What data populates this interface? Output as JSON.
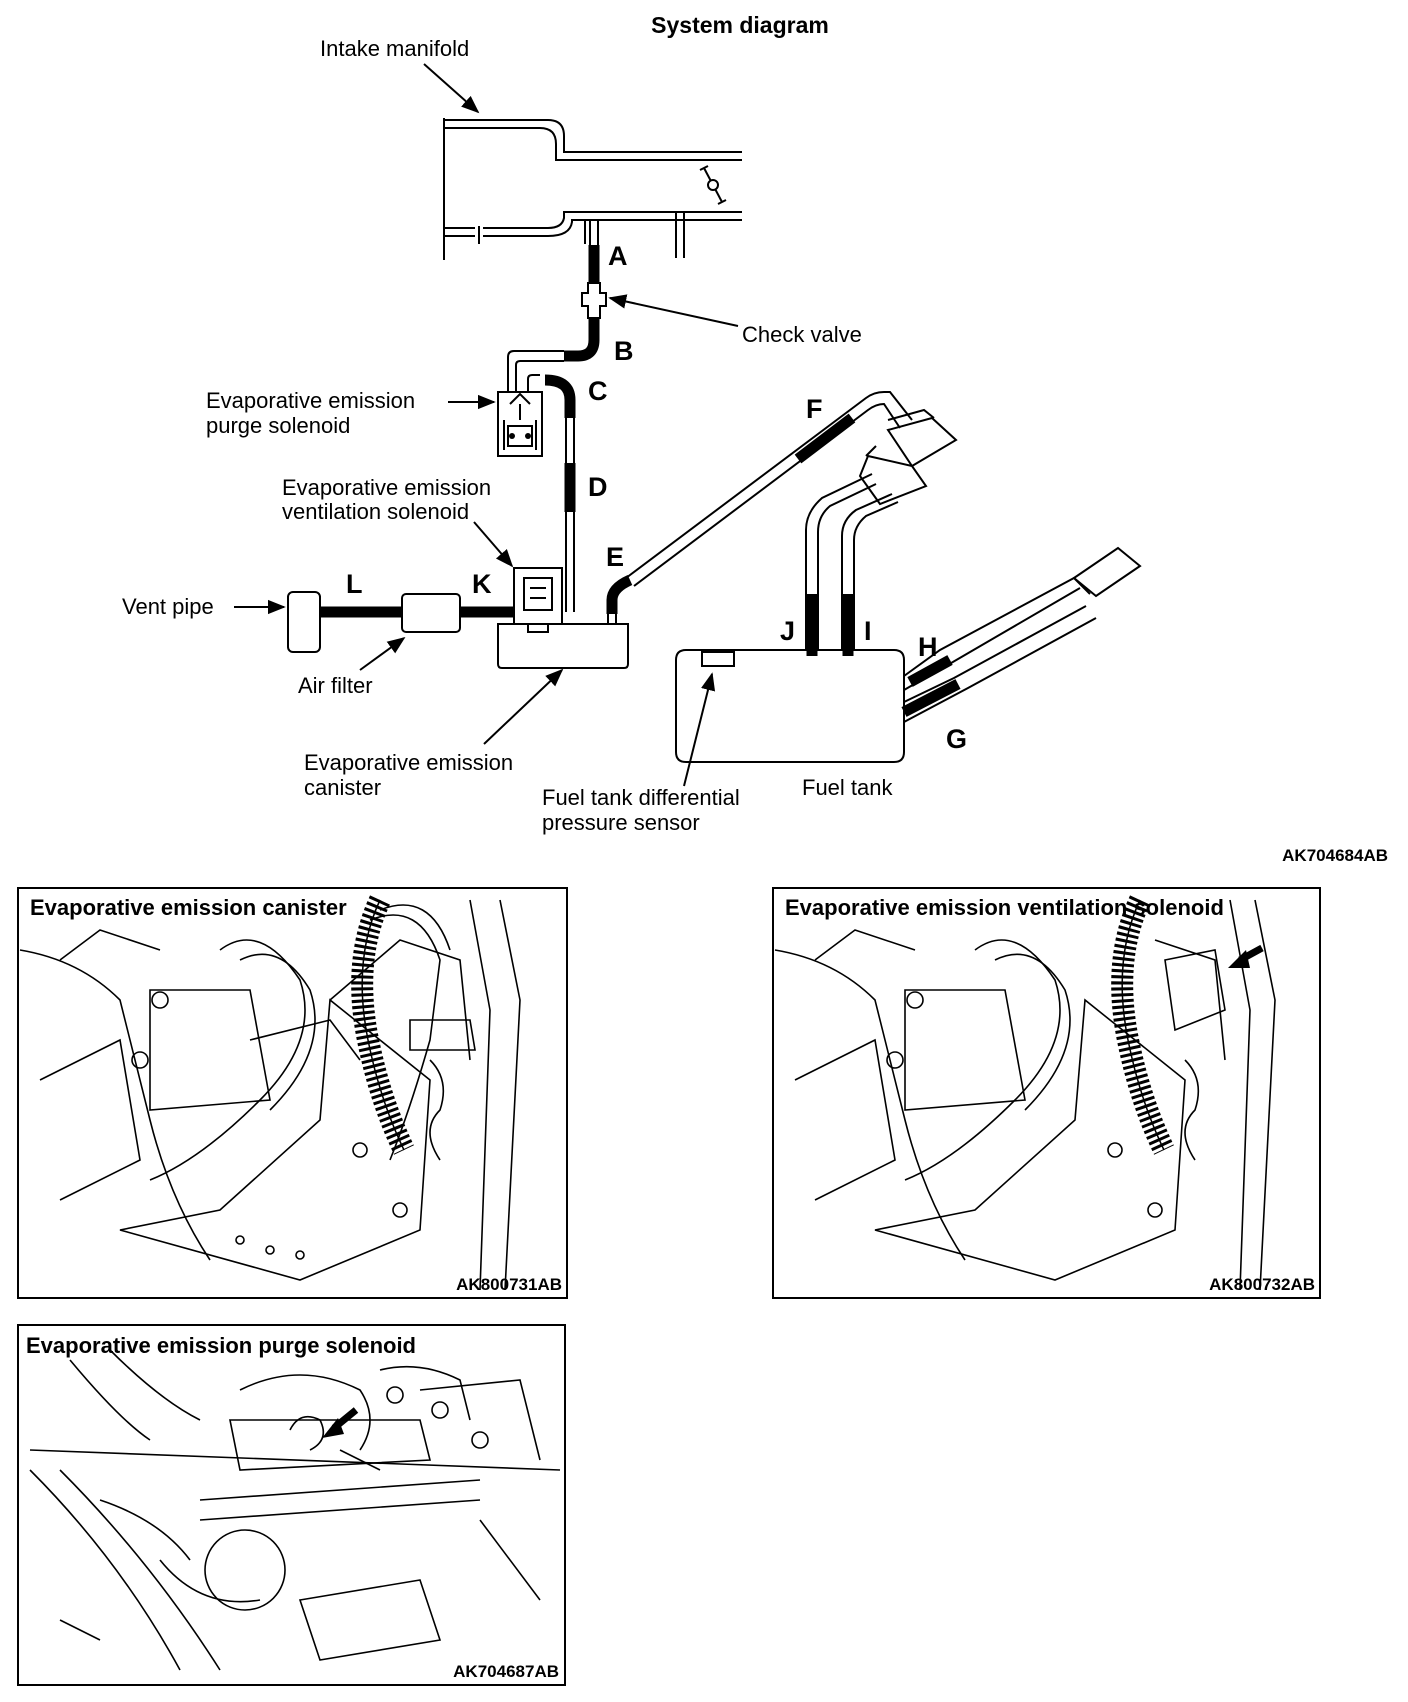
{
  "diagram": {
    "title": "System diagram",
    "labels": {
      "intake_manifold": "Intake manifold",
      "check_valve": "Check valve",
      "purge_solenoid_1": "Evaporative emission",
      "purge_solenoid_2": "purge solenoid",
      "vent_solenoid_1": "Evaporative emission",
      "vent_solenoid_2": "ventilation solenoid",
      "vent_pipe": "Vent pipe",
      "air_filter": "Air filter",
      "canister_1": "Evaporative emission",
      "canister_2": "canister",
      "pressure_sensor_1": "Fuel tank differential",
      "pressure_sensor_2": "pressure sensor",
      "fuel_tank": "Fuel tank"
    },
    "hose_letters": [
      "A",
      "B",
      "C",
      "D",
      "E",
      "F",
      "G",
      "H",
      "I",
      "J",
      "K",
      "L"
    ],
    "code": "AK704684AB"
  },
  "photos": [
    {
      "title": "Evaporative emission canister",
      "code": "AK800731AB"
    },
    {
      "title": "Evaporative emission ventilation solenoid",
      "code": "AK800732AB"
    },
    {
      "title": "Evaporative emission purge solenoid",
      "code": "AK704687AB"
    }
  ]
}
